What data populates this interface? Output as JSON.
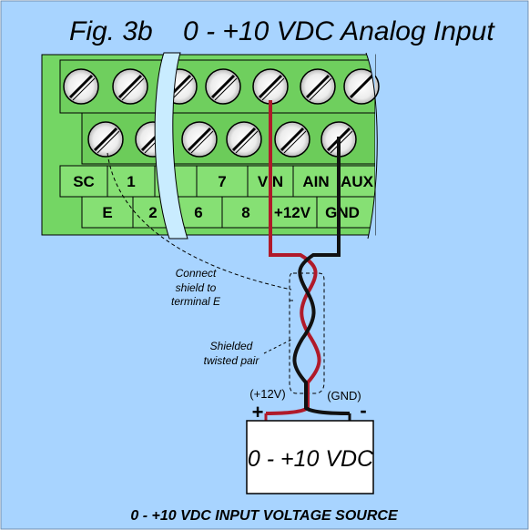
{
  "figure": {
    "title": "Fig. 3b    0 - +10 VDC Analog Input",
    "terminal_labels_top": [
      "SC",
      "1",
      "7",
      "VIN",
      "AIN",
      "AUX"
    ],
    "terminal_labels_bottom": [
      "E",
      "2",
      "6",
      "8",
      "+12V",
      "GND"
    ],
    "note_connect_shield": [
      "Connect",
      "shield to",
      "terminal E"
    ],
    "note_shielded_pair": [
      "Shielded",
      "twisted pair"
    ],
    "polarity": {
      "positive_label": "(+12V)",
      "negative_label": "(GND)",
      "positive_sign": "+",
      "negative_sign": "-"
    },
    "source_box_label": "0 - +10 VDC",
    "caption": "0 - +10 VDC INPUT VOLTAGE SOURCE"
  },
  "colors": {
    "background": "#a8d4ff",
    "terminal_block": "#74d664",
    "wire_positive": "#b01a2a",
    "wire_negative": "#111111",
    "cable_break": "#c9ecff"
  }
}
